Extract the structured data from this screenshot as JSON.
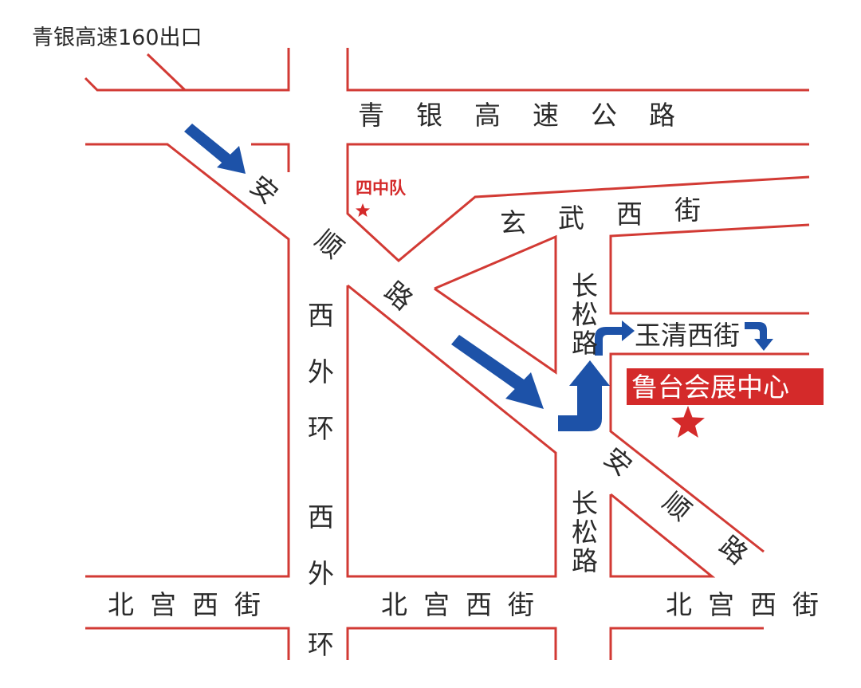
{
  "exit_label": "青银高速160出口",
  "roads": {
    "qingyin": [
      "青",
      "银",
      "高",
      "速",
      "公",
      "路"
    ],
    "anshun_upper": [
      "安",
      "顺",
      "路"
    ],
    "anshun_lower": [
      "安",
      "顺",
      "路"
    ],
    "xuanwu": [
      "玄",
      "武",
      "西",
      "街"
    ],
    "xiwaihuan_upper": [
      "西",
      "外",
      "环"
    ],
    "xiwaihuan_lower": [
      "西",
      "外",
      "环"
    ],
    "changsong_upper": [
      "长",
      "松",
      "路"
    ],
    "changsong_lower": [
      "长",
      "松",
      "路"
    ],
    "yuqing": "玉清西街",
    "beigong_left": [
      "北",
      "宫",
      "西",
      "街"
    ],
    "beigong_mid": [
      "北",
      "宫",
      "西",
      "街"
    ],
    "beigong_right": [
      "北",
      "宫",
      "西",
      "街"
    ]
  },
  "landmarks": {
    "sizhongdui": "四中队",
    "venue": "鲁台会展中心"
  },
  "colors": {
    "road": "#d23a34",
    "arrow": "#1d52a8",
    "venue_bg": "#d42a2a",
    "star": "#d42a2a"
  }
}
